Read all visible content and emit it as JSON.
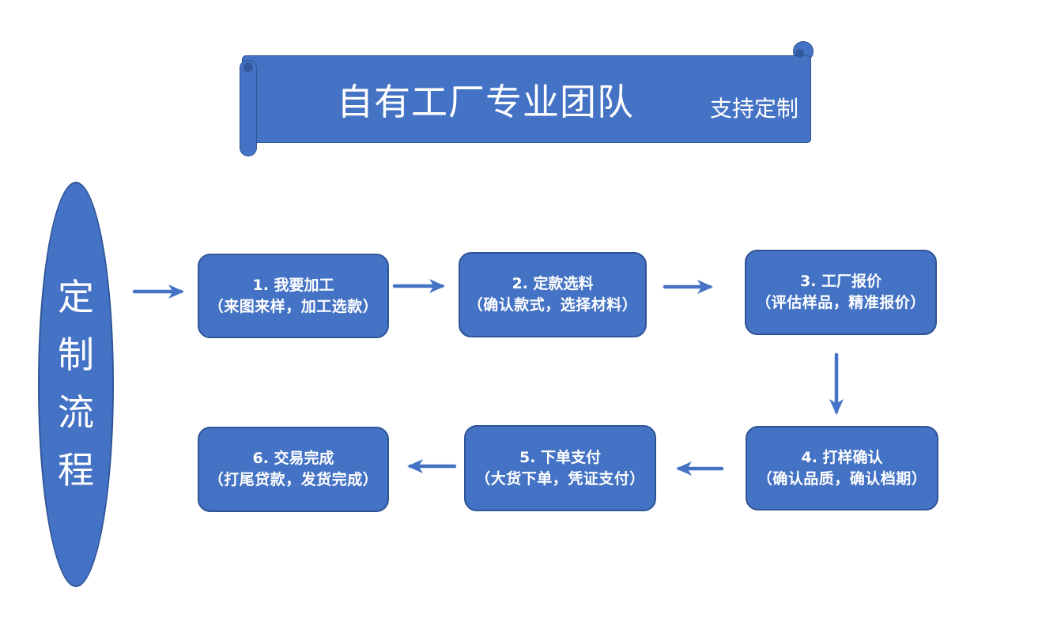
{
  "banner": {
    "title": "自有工厂专业团队",
    "subtitle": "支持定制"
  },
  "process": {
    "label": "定制流程",
    "chars": [
      "定",
      "制",
      "流",
      "程"
    ]
  },
  "steps": [
    {
      "title": "1. 我要加工",
      "detail": "（来图来样，加工选款）"
    },
    {
      "title": "2. 定款选料",
      "detail": "（确认款式，选择材料）"
    },
    {
      "title": "3. 工厂报价",
      "detail": "（评估样品，精准报价）"
    },
    {
      "title": "4. 打样确认",
      "detail": "（确认品质，确认档期）"
    },
    {
      "title": "5. 下单支付",
      "detail": "（大货下单，凭证支付）"
    },
    {
      "title": "6. 交易完成",
      "detail": "（打尾贷款，发货完成）"
    }
  ],
  "colors": {
    "shape_fill": "#4472C4",
    "shape_border": "#2F5597",
    "arrow": "#4472C4",
    "text": "#FFFFFF",
    "background": "#FFFFFF"
  }
}
